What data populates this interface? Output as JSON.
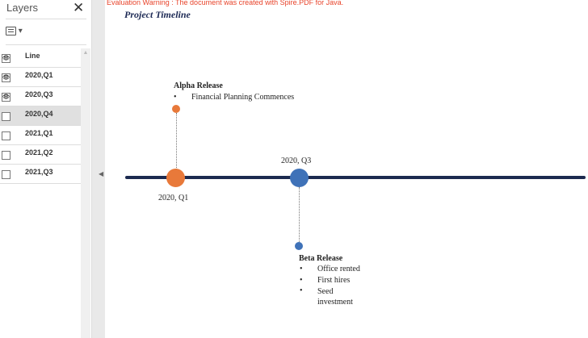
{
  "panel": {
    "title": "Layers",
    "close_icon": "close-icon",
    "view_icon": "list-view-icon",
    "rows": [
      {
        "label": "Line",
        "visible": true,
        "selected": false
      },
      {
        "label": "2020,Q1",
        "visible": true,
        "selected": false
      },
      {
        "label": "2020,Q3",
        "visible": true,
        "selected": false
      },
      {
        "label": "2020,Q4",
        "visible": false,
        "selected": true
      },
      {
        "label": "2021,Q1",
        "visible": false,
        "selected": false
      },
      {
        "label": "2021,Q2",
        "visible": false,
        "selected": false
      },
      {
        "label": "2021,Q3",
        "visible": false,
        "selected": false
      }
    ]
  },
  "doc": {
    "warning": "Evaluation Warning : The document was created with Spire.PDF for Java.",
    "title": "Project Timeline",
    "colors": {
      "orange": "#e8793a",
      "blue": "#3f72b8",
      "line": "#1c2a4f",
      "warning": "#e8432a"
    },
    "alpha": {
      "date": "2020, Q1",
      "heading": "Alpha Release",
      "bullets": [
        "Financial Planning Commences"
      ]
    },
    "beta": {
      "date": "2020, Q3",
      "heading": "Beta Release",
      "bullets": [
        "Office rented",
        "First hires",
        "Seed investment"
      ]
    }
  }
}
